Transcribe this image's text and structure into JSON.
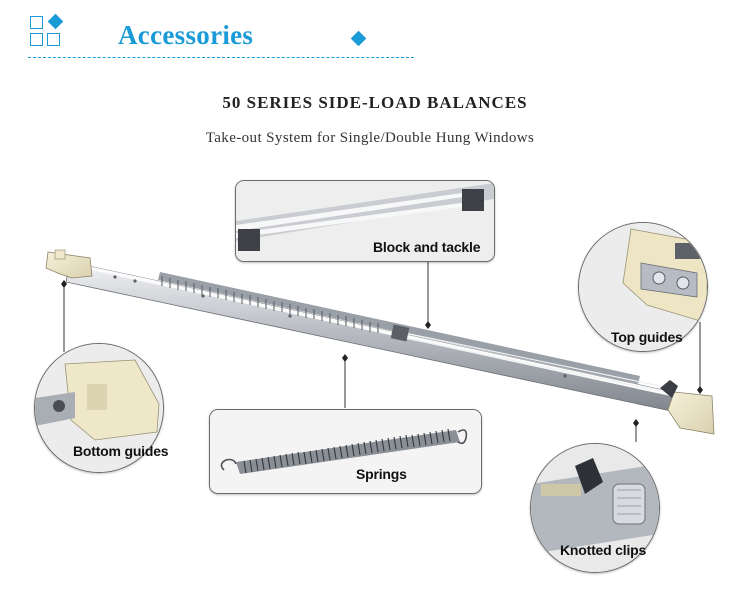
{
  "header": {
    "title": "Accessories",
    "accent_color": "#1a9ad6"
  },
  "sheet": {
    "title": "50 SERIES SIDE-LOAD BALANCES",
    "subtitle": "Take-out System for Single/Double Hung Windows"
  },
  "callouts": {
    "block_and_tackle": "Block and tackle",
    "top_guides": "Top guides",
    "bottom_guides": "Bottom guides",
    "springs": "Springs",
    "knotted_clips": "Knotted clips"
  },
  "icons": [
    "logo-squares-icon",
    "diamond-icon"
  ]
}
